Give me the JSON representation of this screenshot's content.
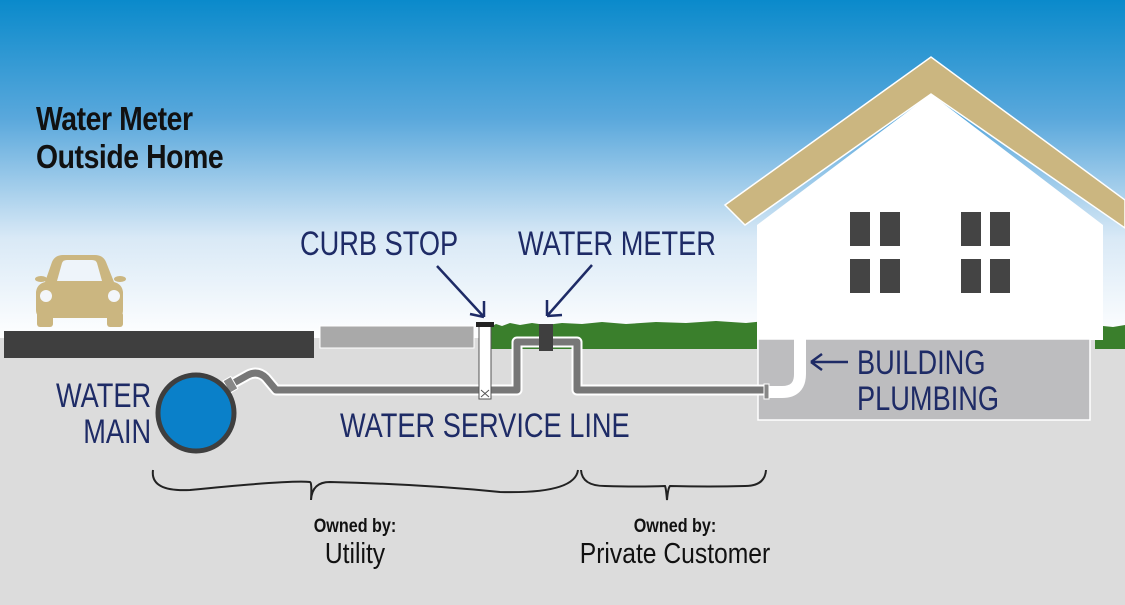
{
  "title": {
    "line1": "Water Meter",
    "line2": "Outside Home"
  },
  "labels": {
    "curb_stop": "CURB STOP",
    "water_meter": "WATER METER",
    "water_main_1": "WATER",
    "water_main_2": "MAIN",
    "service_line": "WATER SERVICE LINE",
    "building_1": "BUILDING",
    "building_2": "PLUMBING"
  },
  "ownership": [
    {
      "heading": "Owned by:",
      "owner": "Utility"
    },
    {
      "heading": "Owned by:",
      "owner": "Private Customer"
    }
  ],
  "icons": [
    "car-icon",
    "house-icon",
    "water-main-pipe-icon",
    "curb-stop-valve-icon",
    "water-meter-icon"
  ],
  "colors": {
    "sky_top": "#0a8acb",
    "label_navy": "#1e2b66",
    "roof_tan": "#cbb680",
    "car_tan": "#cbb680",
    "grass": "#3a7f2c",
    "ground": "#dcdcdc",
    "basement": "#bdbdbf",
    "road": "#3f3f3f",
    "sidewalk": "#a9a9a9",
    "pipe": "#777777",
    "water_main_fill": "#0a80c9",
    "window": "#444444"
  }
}
